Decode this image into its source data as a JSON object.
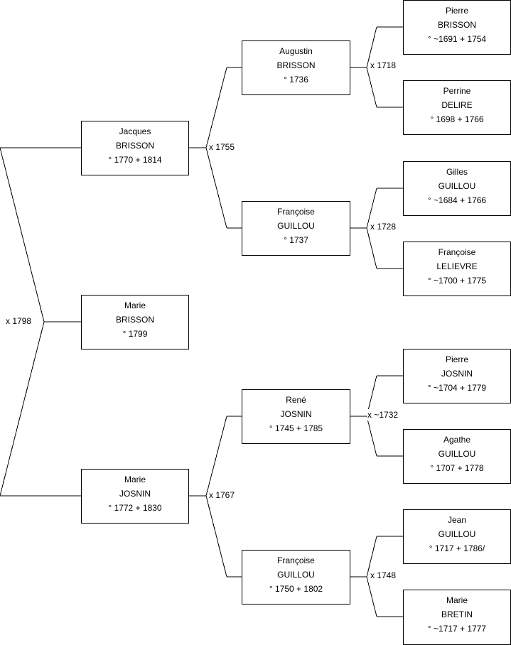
{
  "persons": {
    "marie_brisson": {
      "first": "Marie",
      "last": "BRISSON",
      "dates": "° 1799"
    },
    "jacques_brisson": {
      "first": "Jacques",
      "last": "BRISSON",
      "dates": "° 1770 + 1814"
    },
    "marie_josnin": {
      "first": "Marie",
      "last": "JOSNIN",
      "dates": "° 1772 + 1830"
    },
    "augustin_brisson": {
      "first": "Augustin",
      "last": "BRISSON",
      "dates": "° 1736"
    },
    "francoise_guillou_1737": {
      "first": "Françoise",
      "last": "GUILLOU",
      "dates": "° 1737"
    },
    "rene_josnin": {
      "first": "René",
      "last": "JOSNIN",
      "dates": "° 1745 + 1785"
    },
    "francoise_guillou_1750": {
      "first": "Françoise",
      "last": "GUILLOU",
      "dates": "° 1750 + 1802"
    },
    "pierre_brisson": {
      "first": "Pierre",
      "last": "BRISSON",
      "dates": "° ~1691 + 1754"
    },
    "perrine_delire": {
      "first": "Perrine",
      "last": "DELIRE",
      "dates": "° 1698 + 1766"
    },
    "gilles_guillou": {
      "first": "Gilles",
      "last": "GUILLOU",
      "dates": "° ~1684 + 1766"
    },
    "francoise_lelievre": {
      "first": "Françoise",
      "last": "LELIEVRE",
      "dates": "° ~1700 + 1775"
    },
    "pierre_josnin": {
      "first": "Pierre",
      "last": "JOSNIN",
      "dates": "° ~1704 + 1779"
    },
    "agathe_guillou": {
      "first": "Agathe",
      "last": "GUILLOU",
      "dates": "° 1707 + 1778"
    },
    "jean_guillou": {
      "first": "Jean",
      "last": "GUILLOU",
      "dates": "° 1717 + 1786/"
    },
    "marie_bretin": {
      "first": "Marie",
      "last": "BRETIN",
      "dates": "° ~1717 + 1777"
    }
  },
  "marriages": {
    "parents": "x 1798",
    "brisson_grandparents": "x 1755",
    "josnin_grandparents": "x 1767",
    "brisson_delire": "x 1718",
    "guillou_lelievre": "x 1728",
    "josnin_guillou": "x ~1732",
    "guillou_bretin": "x 1748"
  }
}
